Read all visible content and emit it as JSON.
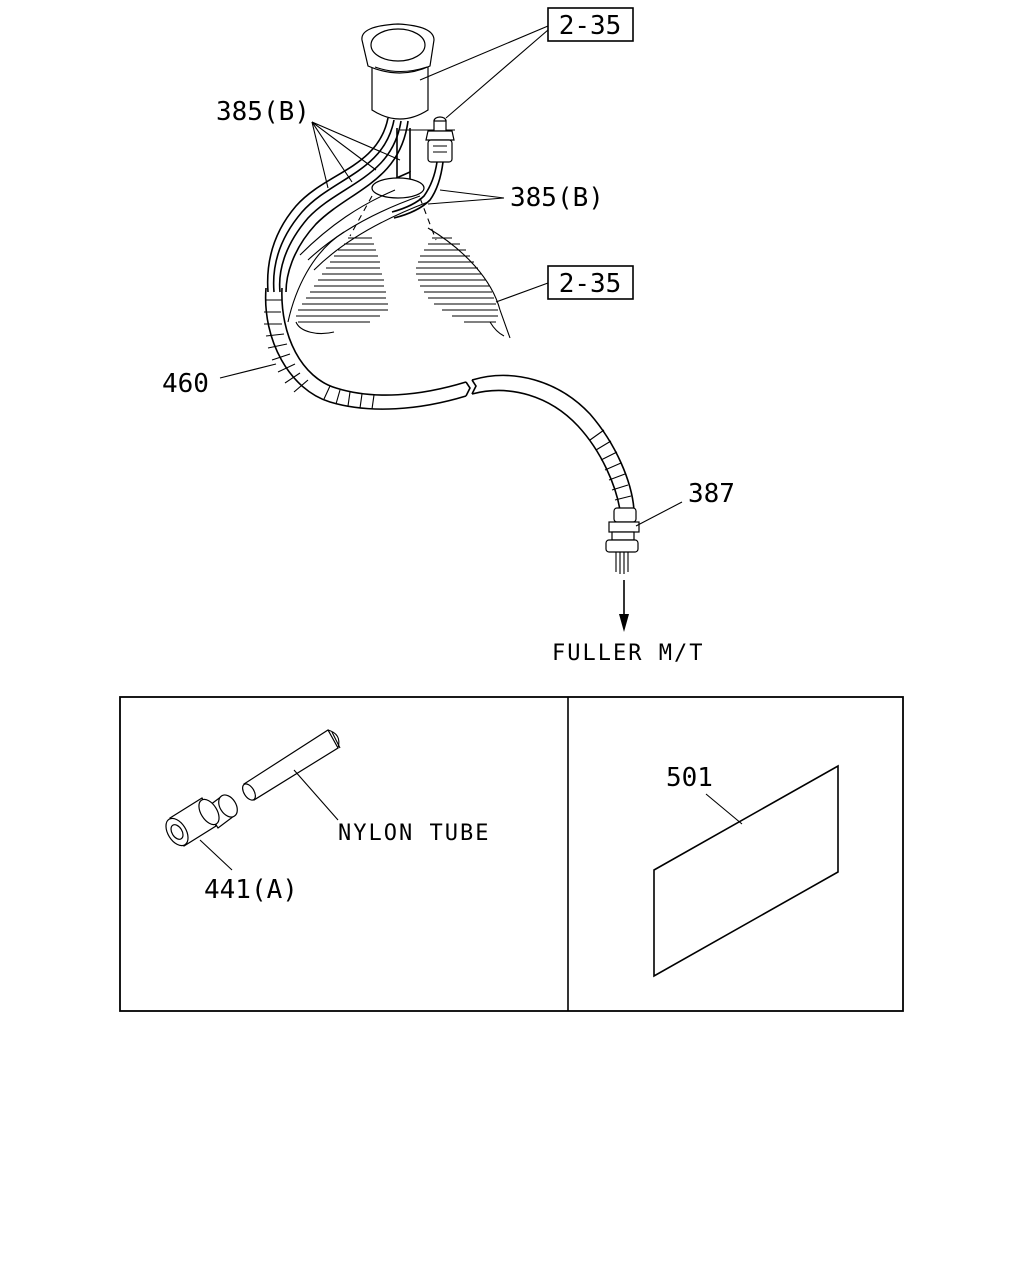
{
  "callouts": {
    "ref_top": "2-35",
    "ref_boot": "2-35",
    "wire_left": "385(B)",
    "wire_right": "385(B)",
    "harness": "460",
    "connector": "387",
    "destination": "FULLER M/T"
  },
  "inset_left": {
    "tube_label": "NYLON TUBE",
    "fitting_label": "441(A)"
  },
  "inset_right": {
    "plate_label": "501"
  }
}
